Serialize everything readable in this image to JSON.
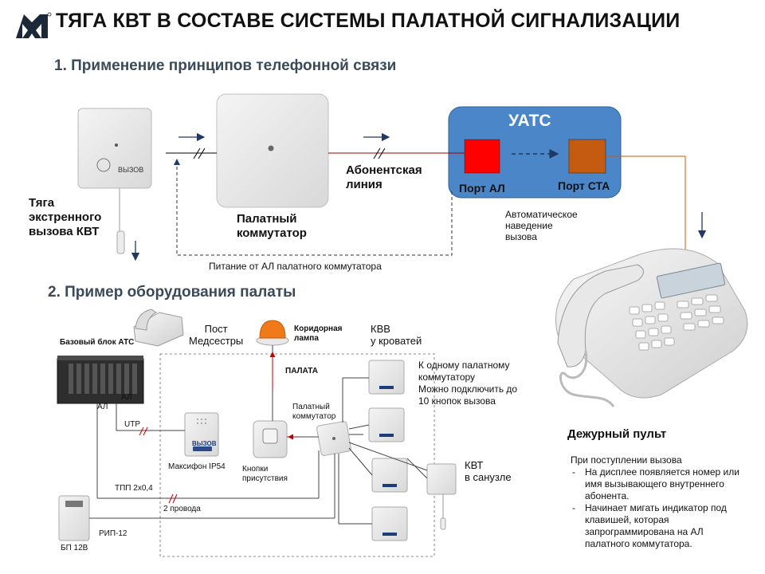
{
  "header": {
    "title": "ТЯГА КВТ В СОСТАВЕ СИСТЕМЫ ПАЛАТНОЙ СИГНАЛИЗАЦИИ",
    "logo_icon": "logo-m-icon",
    "section1": "1. Применение принципов телефонной связи",
    "section2": "2. Пример оборудования палаты"
  },
  "diagram1": {
    "call_button_text": "ВЫЗОВ",
    "kvt_label": "Тяга\nэкстренного\nвызова КВТ",
    "switch_label": "Палатный\nкоммутатор",
    "line_label": "Абонентская\nлиния",
    "power_label": "Питание  от  АЛ палатного  коммутатора",
    "uats_title": "УАТС",
    "port_al": "Порт АЛ",
    "port_sta": "Порт СТА",
    "auto_label": "Автоматическое\nнаведение\nвызова",
    "console_label": "Дежурный пульт",
    "colors": {
      "uats_bg": "#4a86c8",
      "port_al": "#ff0000",
      "port_sta": "#c55a11",
      "line_red": "#a00000",
      "line_brown": "#c55a11",
      "arrow": "#1f3864"
    }
  },
  "diagram2": {
    "base_unit": "Базовый блок АТС",
    "post_label": "Пост\nМедсестры",
    "corridor_lamp": "Коридорная\nлампа",
    "kvv_label": "КВВ\nу кроватей",
    "ward": "ПАЛАТА",
    "note_one_switch": "К одному палатному\nкоммутатору\nМожно подключить до\n10 кнопок вызова",
    "al_1": "АЛ",
    "al_2": "АЛ",
    "utp": "UTP",
    "maxifon": "Максифон IP54",
    "maxifon_text": "ВЫЗОВ",
    "ward_switch": "Палатный\nкоммутатор",
    "presence_buttons": "Кнопки\nприсутствия",
    "tpp": "ТПП 2х0,4",
    "two_wires": "2 провода",
    "rip": "РИП-12",
    "psu": "БП 12В",
    "kvt_bath": "КВТ\nв санузле",
    "button_text": "ВЫЗОВ"
  },
  "info": {
    "intro": "При поступлении  вызова",
    "items": [
      "На дисплее появляется  номер или имя вызывающего внутреннего  абонента.",
      "Начинает мигать индикатор под клавишей, которая запрограммирована  на АЛ палатного  коммутатора."
    ]
  }
}
